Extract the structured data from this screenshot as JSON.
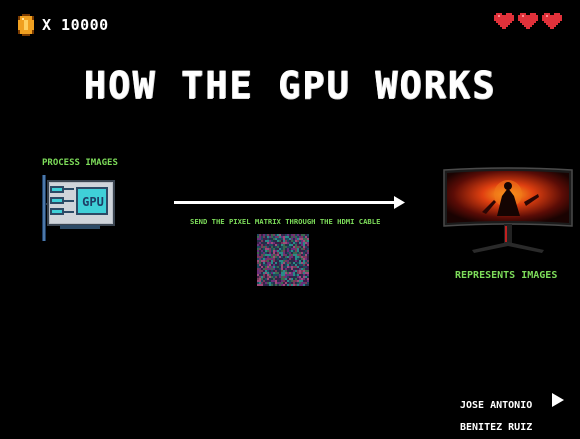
{
  "hud": {
    "coin_icon": "coin-icon",
    "coin_count": "X 10000",
    "lives": 3,
    "heart_color": "#e0313a",
    "coin_color": "#f0a020"
  },
  "title": "HOW THE GPU WORKS",
  "left": {
    "label": "PROCESS IMAGES",
    "icon": "gpu-card-icon",
    "chip_text": "GPU"
  },
  "middle": {
    "caption": "SEND THE PIXEL MATRIX THROUGH THE HDMI CABLE",
    "arrow_icon": "arrow-right-icon",
    "matrix_icon": "pixel-matrix-icon"
  },
  "right": {
    "label": "REPRESENTS IMAGES",
    "icon": "monitor-icon"
  },
  "credits": {
    "line1": "JOSE ANTONIO",
    "line2": "BENITEZ RUIZ"
  },
  "nav": {
    "next_icon": "play-next-icon"
  },
  "colors": {
    "background": "#000000",
    "accent_green": "#7ddc5a",
    "gpu_cyan": "#3fd0d8"
  }
}
